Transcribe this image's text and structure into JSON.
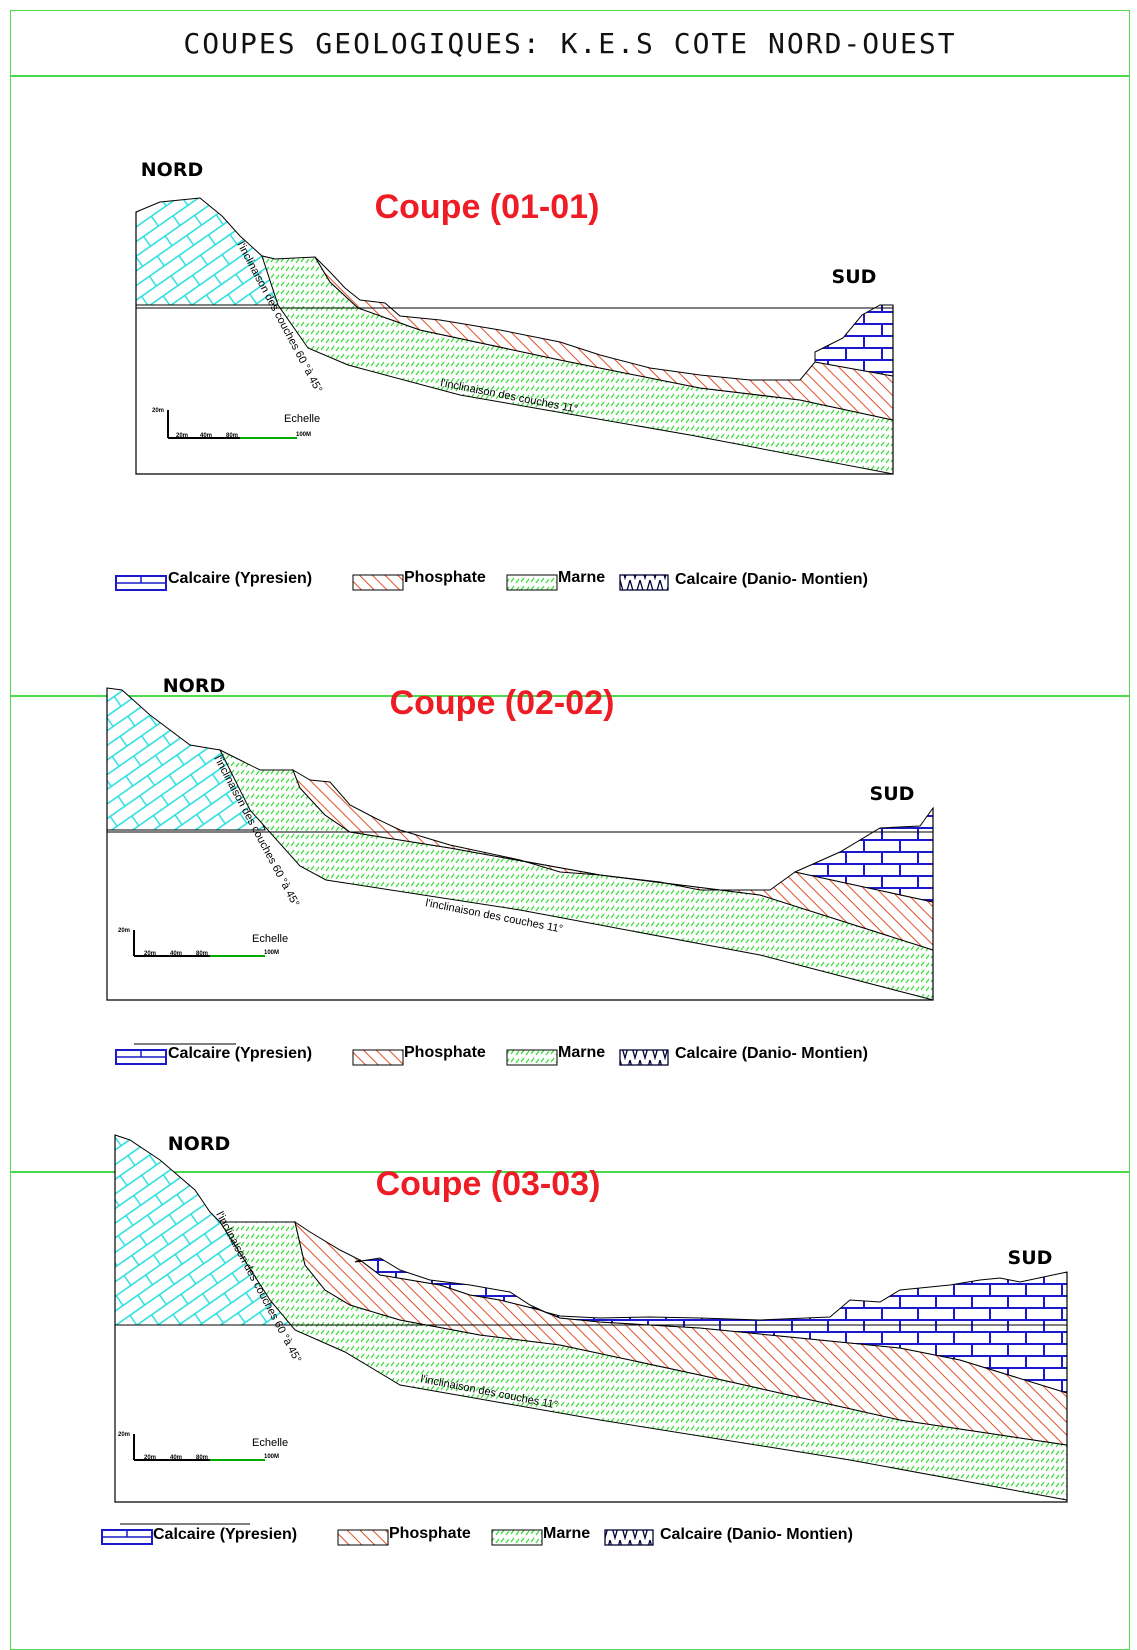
{
  "title": "COUPES GEOLOGIQUES: K.E.S COTE NORD-OUEST",
  "sections": [
    {
      "title": "Coupe (01-01)",
      "north": "NORD",
      "south": "SUD",
      "steep_note": "l'inclinaison des couches 60 °à 45°",
      "dip_note": "l'inclinaison des couches 11°",
      "scale": {
        "label": "Echelle",
        "v": "20m",
        "m1": "20m",
        "m2": "40m",
        "m3": "80m",
        "end": "100M"
      }
    },
    {
      "title": "Coupe (02-02)",
      "north": "NORD",
      "south": "SUD",
      "steep_note": "l'inclinaison des couches 60 °à 45°",
      "dip_note": "l'inclinaison des couches 11°",
      "scale": {
        "label": "Echelle",
        "v": "20m",
        "m1": "20m",
        "m2": "40m",
        "m3": "80m",
        "end": "100M"
      }
    },
    {
      "title": "Coupe (03-03)",
      "north": "NORD",
      "south": "SUD",
      "steep_note": "l'inclinaison des couches 60 °à 45°",
      "dip_note": "l'inclinaison des couches 11°",
      "scale": {
        "label": "Echelle",
        "v": "20m",
        "m1": "20m",
        "m2": "40m",
        "m3": "80m",
        "end": "100M"
      }
    }
  ],
  "legend": {
    "ypresien": "Calcaire (Ypresien)",
    "phosphate": "Phosphate",
    "marne": "Marne",
    "danio": "Calcaire (Danio- Montien)"
  },
  "colors": {
    "frame": "#4cd94c",
    "title_red": "#ee1c24",
    "ypresien_blue": "#1a1acc",
    "danio_cyan": "#22dddd",
    "phosphate": "#e0502a",
    "marne": "#33dd33"
  }
}
